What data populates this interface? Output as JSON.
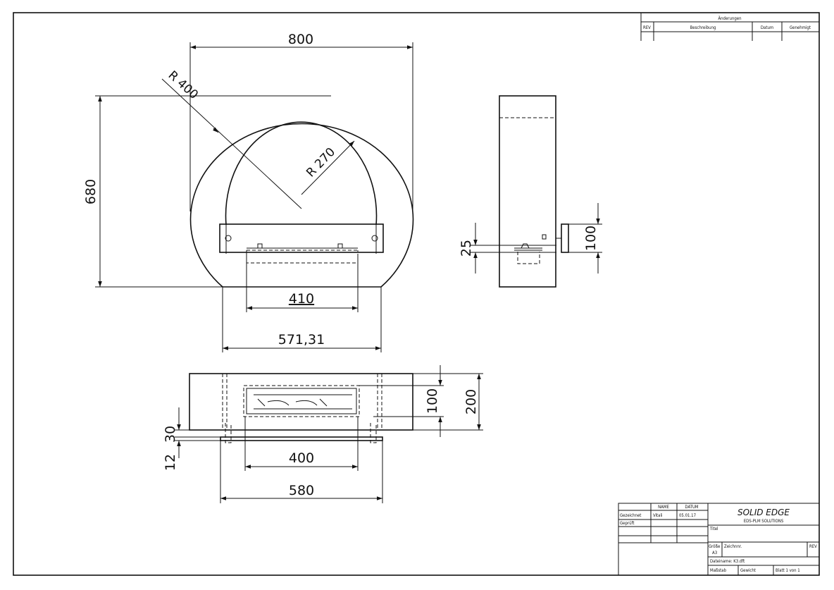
{
  "front_view": {
    "dim_width": "800",
    "dim_height": "680",
    "dim_outer_radius": "R 400",
    "dim_inner_radius": "R 270",
    "dim_opening": "410",
    "dim_base": "571,31"
  },
  "side_view": {
    "dim_offset": "25",
    "dim_handle": "100"
  },
  "top_view": {
    "dim_inner": "100",
    "dim_depth": "200",
    "dim_foot": "30",
    "dim_foot_thk": "12",
    "dim_burner": "400",
    "dim_feet_span": "580"
  },
  "revision_block": {
    "title": "Änderungen",
    "col_rev": "REV",
    "col_description": "Beschreibung",
    "col_date": "Datum",
    "col_approved": "Genehmigt"
  },
  "title_block": {
    "col_name": "NAME",
    "col_date": "DATUM",
    "row_drawn_label": "Gezeichnet",
    "row_drawn_name": "Vitali",
    "row_drawn_date": "05.01.17",
    "row_checked_label": "Geprüft",
    "logo_brand": "SOLID EDGE",
    "logo_sub": "EDS-PLM SOLUTIONS",
    "title_label": "Titel",
    "size_label": "Größe",
    "size_value": "A3",
    "drawing_no_label": "Zeichnnr.",
    "rev_label": "REV",
    "filename": "Dateiname: K3.dft",
    "scale_label": "Maßstab",
    "weight_label": "Gewicht",
    "sheet_label": "Blatt 1 von 1"
  }
}
